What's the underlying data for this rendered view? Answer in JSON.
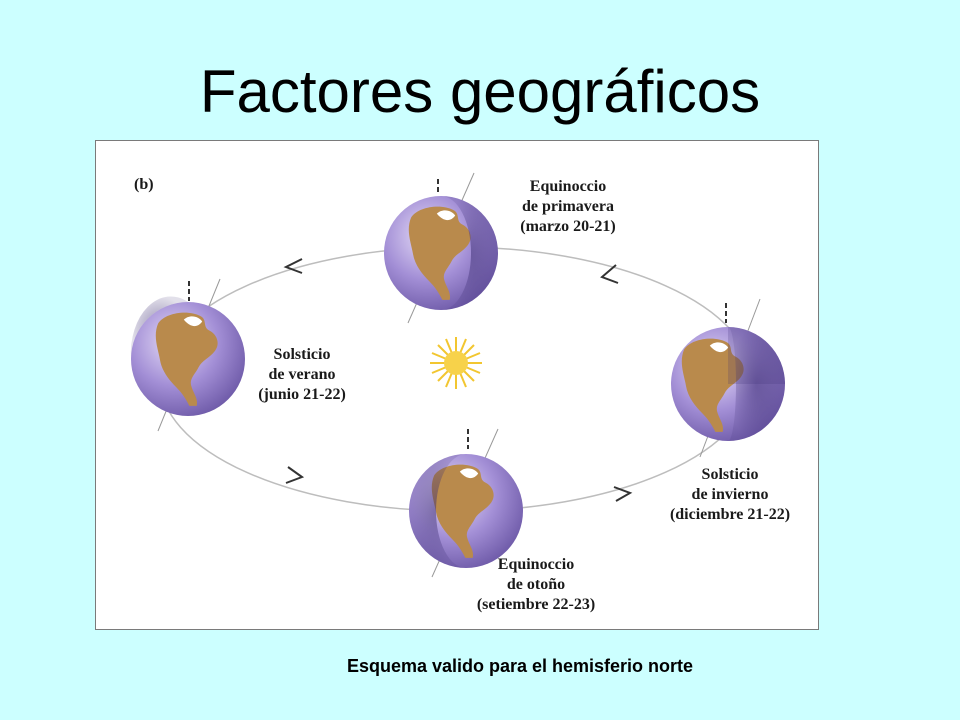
{
  "slide": {
    "title": "Factores geográficos",
    "caption": "Esquema valido para el hemisferio norte"
  },
  "diagram": {
    "panel_tag": "(b)",
    "spring": [
      "Equinoccio",
      "de primavera",
      "(marzo 20-21)"
    ],
    "summer": [
      "Solsticio",
      "de verano",
      "(junio 21-22)"
    ],
    "winter": [
      "Solsticio",
      "de invierno",
      "(diciembre 21-22)"
    ],
    "autumn": [
      "Equinoccio",
      "de otoño",
      "(setiembre 22-23)"
    ]
  },
  "colors": {
    "background": "#ccffff",
    "globe": "#9a86cf",
    "land": "#b98a4c",
    "sun": "#f7d24a",
    "orbit": "#bdbdbd"
  }
}
